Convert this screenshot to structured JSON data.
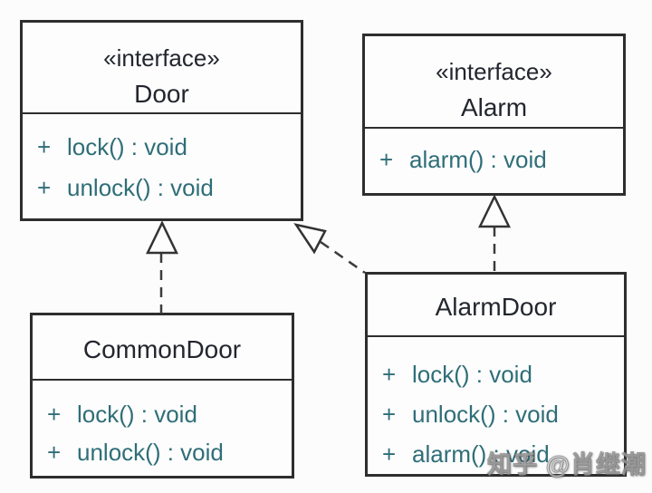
{
  "diagram": {
    "type": "uml-class-diagram",
    "colors": {
      "background": "#fcfcfc",
      "box_border": "#2e2e2e",
      "title_text": "#23262e",
      "method_text": "#2f6e78"
    },
    "classes": [
      {
        "id": "door",
        "stereotype": "«interface»",
        "name": "Door",
        "methods": [
          {
            "vis": "+",
            "sig": "lock() : void"
          },
          {
            "vis": "+",
            "sig": "unlock() : void"
          }
        ]
      },
      {
        "id": "alarm",
        "stereotype": "«interface»",
        "name": "Alarm",
        "methods": [
          {
            "vis": "+",
            "sig": "alarm() : void"
          }
        ]
      },
      {
        "id": "commondoor",
        "name": "CommonDoor",
        "methods": [
          {
            "vis": "+",
            "sig": "lock() : void"
          },
          {
            "vis": "+",
            "sig": "unlock() : void"
          }
        ]
      },
      {
        "id": "alarmdoor",
        "name": "AlarmDoor",
        "methods": [
          {
            "vis": "+",
            "sig": "lock() : void"
          },
          {
            "vis": "+",
            "sig": "unlock() : void"
          },
          {
            "vis": "+",
            "sig": "alarm() : void"
          }
        ]
      }
    ],
    "relationships": [
      {
        "from": "CommonDoor",
        "to": "Door",
        "type": "realization",
        "line": "dashed",
        "arrowhead": "hollow-triangle"
      },
      {
        "from": "AlarmDoor",
        "to": "Door",
        "type": "realization",
        "line": "dashed",
        "arrowhead": "hollow-triangle"
      },
      {
        "from": "AlarmDoor",
        "to": "Alarm",
        "type": "realization",
        "line": "dashed",
        "arrowhead": "hollow-triangle"
      }
    ]
  },
  "watermark": {
    "text": "知乎 @肖继潮"
  }
}
